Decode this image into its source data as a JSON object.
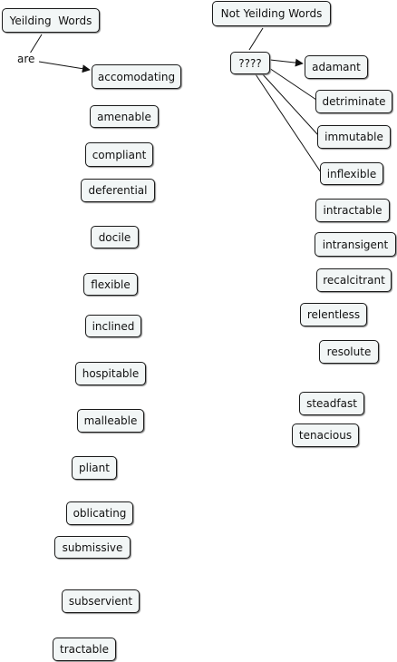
{
  "concept_map": {
    "left_root": "Yeilding  Words",
    "left_link_label": "are",
    "left_words": [
      "accomodating",
      "amenable",
      "compliant",
      "deferential",
      "docile",
      "flexible",
      "inclined",
      "hospitable",
      "malleable",
      "pliant",
      "oblicating",
      "submissive",
      "subservient",
      "tractable"
    ],
    "right_root": "Not Yeilding Words",
    "right_link_label": "????",
    "right_words": [
      "adamant",
      "detriminate",
      "immutable",
      "inflexible",
      "intractable",
      "intransigent",
      "recalcitrant",
      "relentless",
      "resolute",
      "steadfast",
      "tenacious"
    ]
  }
}
